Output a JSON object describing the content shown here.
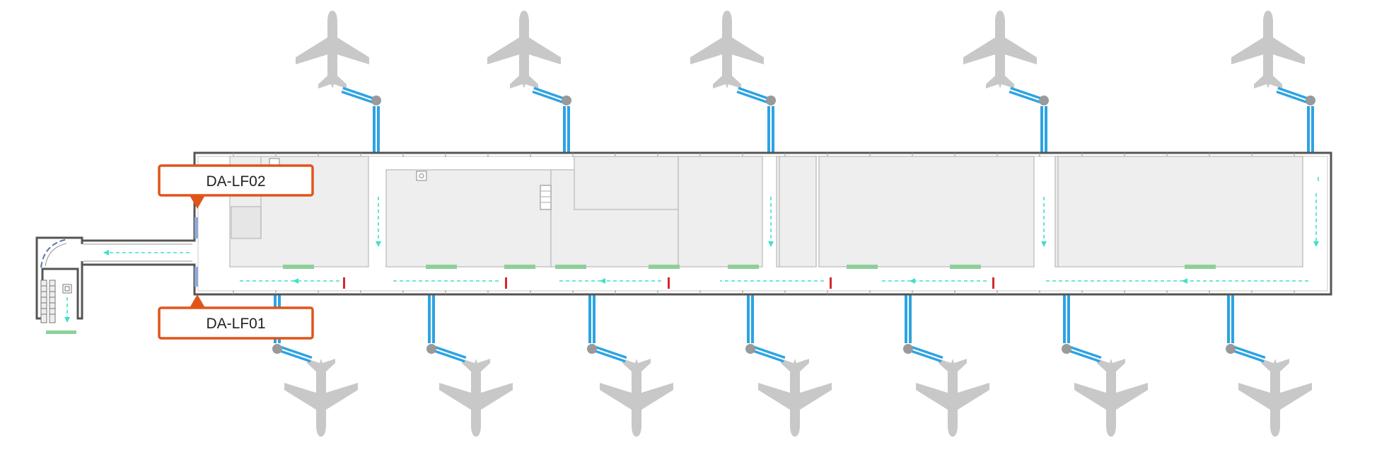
{
  "callouts": {
    "top": {
      "label": "DA-LF02"
    },
    "bottom": {
      "label": "DA-LF01"
    }
  },
  "colors": {
    "callout_border": "#e0541a",
    "aircraft": "#c8c8c8",
    "jet_bridge": "#2da3e3",
    "jet_bridge_dark": "#1a7bb8",
    "flow_arrow": "#3fe0c8",
    "room_fill": "#eeeeee",
    "room_stroke": "#b8b8b8",
    "terminal_outline": "#555555",
    "gate_marker": "#d42a2a",
    "counter_green": "#8fcf9a",
    "door_blue": "#8fa9d6"
  },
  "icons": {
    "aircraft": "airplane-icon",
    "jet_bridge": "jet-bridge-icon",
    "flow": "walking-direction-arrow-icon"
  },
  "gates": {
    "top_count": 5,
    "bottom_count": 7
  }
}
